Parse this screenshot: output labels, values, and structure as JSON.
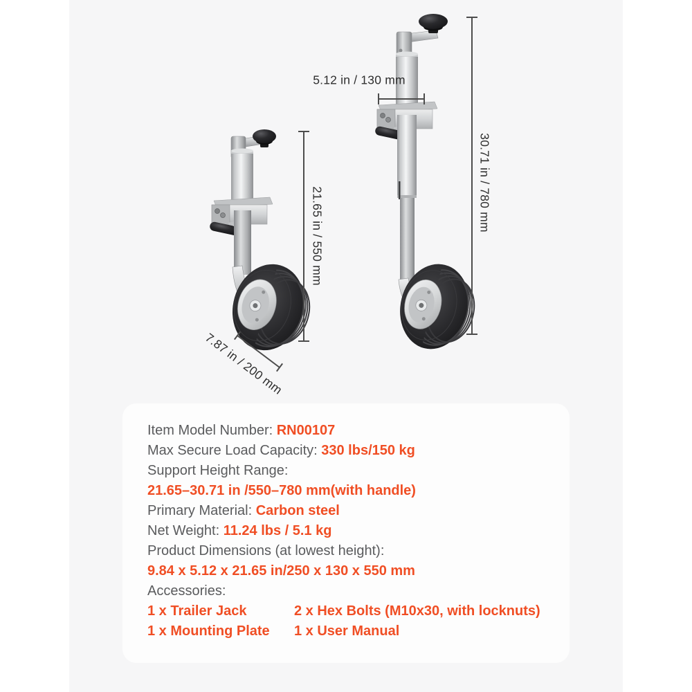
{
  "colors": {
    "accent_orange": "#F04E24",
    "label_gray": "#5A5B5D",
    "background_gray": "#F6F6F7",
    "panel_white": "#FDFDFD"
  },
  "dimensions": {
    "clamp_width": "5.12 in / 130 mm",
    "left_jack_height": "21.65 in / 550 mm",
    "right_jack_height": "30.71 in / 780 mm",
    "wheel_diameter": "7.87 in / 200 mm"
  },
  "panel": {
    "rows": [
      {
        "label": "Item Model Number: ",
        "value": "RN00107"
      },
      {
        "label": "Max Secure Load Capacity: ",
        "value": "330 lbs/150 kg"
      },
      {
        "label": "Support Height Range:"
      },
      {
        "value": "21.65–30.71 in /550–780 mm(with handle)"
      },
      {
        "label": "Primary Material: ",
        "value": "Carbon steel"
      },
      {
        "label": "Net Weight: ",
        "value": "11.24 lbs / 5.1 kg"
      },
      {
        "label": "Product Dimensions (at lowest height):"
      },
      {
        "value": "9.84 x 5.12 x 21.65 in/250 x 130 x 550 mm"
      },
      {
        "label": "Accessories:"
      },
      {
        "col1": "1 x Trailer Jack",
        "col2": "2 x Hex Bolts (M10x30, with locknuts)"
      },
      {
        "col1": "1 x Mounting Plate",
        "col2": "1 x User Manual"
      }
    ]
  }
}
